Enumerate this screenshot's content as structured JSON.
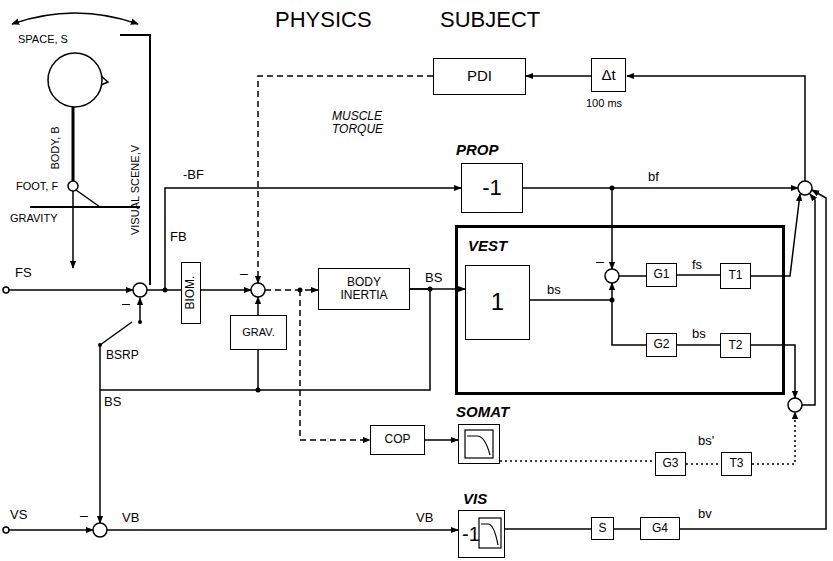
{
  "diagram": {
    "nodes": [
      {
        "text": [
          "PDI"
        ]
      },
      {
        "text": [
          "Δt",
          "100 ms"
        ]
      },
      {
        "text": [
          "PROP",
          "-1"
        ]
      },
      {
        "text": [
          "VEST"
        ]
      },
      {
        "text": [
          "1"
        ],
        "in": 3
      },
      {
        "text": [
          "G1"
        ],
        "in": 3
      },
      {
        "text": [
          "T1"
        ],
        "in": 3
      },
      {
        "text": [
          "G2"
        ],
        "in": 3
      },
      {
        "text": [
          "T2"
        ],
        "in": 3
      },
      {
        "text": [
          "BIOM."
        ]
      },
      {
        "text": [
          "GRAV."
        ]
      },
      {
        "text": [
          "BODY INERTIA"
        ]
      },
      {
        "text": [
          "COP"
        ]
      },
      {
        "text": [
          "SOMAT"
        ]
      },
      {
        "text": [
          "G3"
        ]
      },
      {
        "text": [
          "T3"
        ]
      },
      {
        "text": [
          "VIS",
          "-1"
        ]
      },
      {
        "text": [
          "S"
        ]
      },
      {
        "text": [
          "G4"
        ]
      }
    ],
    "edges": [
      {
        "from": 1,
        "to": 0,
        "arrow": "to"
      },
      {
        "from": 11,
        "to": 4,
        "arrow": "to",
        "label": "BS"
      },
      {
        "from": 5,
        "to": 6,
        "arrow": "none",
        "label": "fs"
      },
      {
        "from": 7,
        "to": 8,
        "arrow": "none",
        "label": "bs"
      },
      {
        "from": 12,
        "to": 13,
        "arrow": "to"
      },
      {
        "from": 13,
        "to": 14,
        "arrow": "none"
      },
      {
        "from": 14,
        "to": 15,
        "arrow": "none"
      },
      {
        "from": 16,
        "to": 17,
        "arrow": "none"
      },
      {
        "from": 17,
        "to": 18,
        "arrow": "none"
      },
      {
        "from": 4,
        "to": 7,
        "arrow": "none",
        "label": "bs"
      },
      {
        "from": 11,
        "to": 10,
        "arrow": "none"
      }
    ],
    "labels": [
      "PHYSICS",
      "SUBJECT",
      "SPACE, S",
      "BODY, B",
      "FOOT, F",
      "VISUAL SCENE,V",
      "GRAVITY",
      "MUSCLE TORQUE",
      "-BF",
      "bf",
      "FB",
      "FS",
      "–",
      "–",
      "–",
      "BSRP",
      "BS",
      "bs'",
      "VS",
      "–",
      "VB",
      "VB",
      "bv"
    ]
  }
}
